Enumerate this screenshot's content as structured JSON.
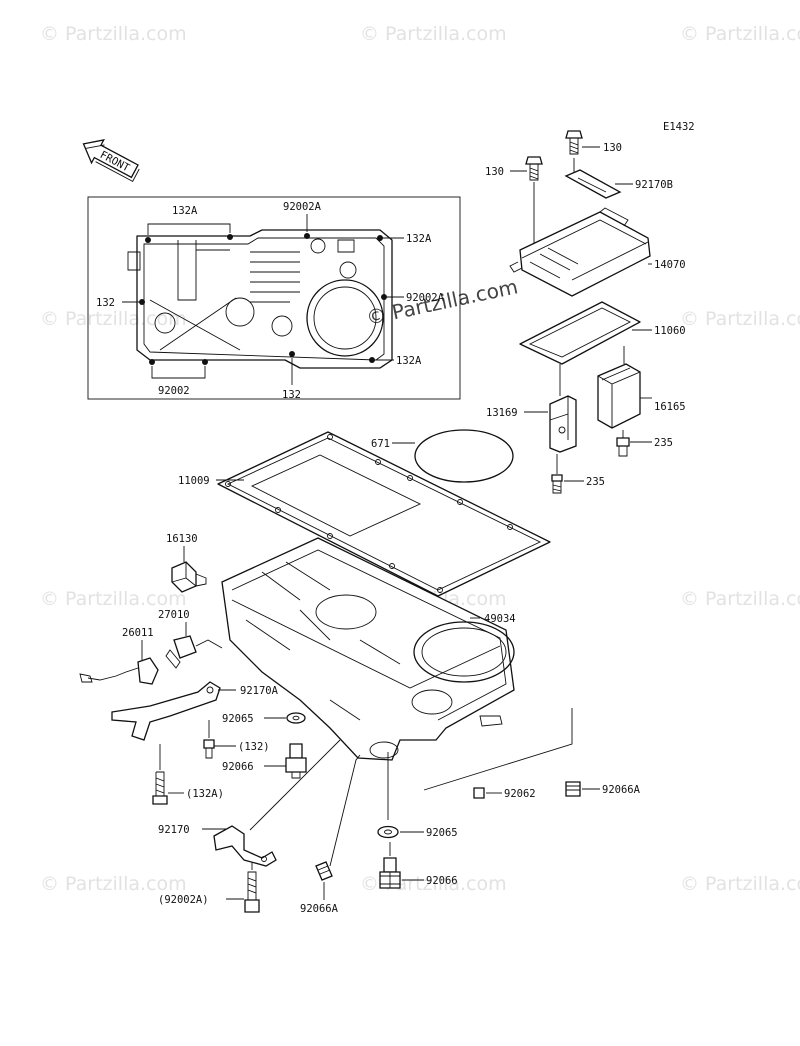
{
  "diagram_code": "E1432",
  "watermark_text": "© Partzilla.com",
  "front_label": "FRONT",
  "callouts": {
    "c132A_top": "132A",
    "c92002A_top": "92002A",
    "c132A_right1": "132A",
    "c132_left": "132",
    "c92002A_right": "92002A",
    "c132A_right2": "132A",
    "c92002_bottom": "92002",
    "c132_bottom": "132",
    "c130_left": "130",
    "c130_right": "130",
    "c92170B": "92170B",
    "c14070": "14070",
    "c11060": "11060",
    "c13169": "13169",
    "c16165": "16165",
    "c235_right": "235",
    "c235_mid": "235",
    "c671": "671",
    "c11009": "11009",
    "c16130": "16130",
    "c49034": "49034",
    "c27010": "27010",
    "c26011": "26011",
    "c92170A": "92170A",
    "c92065_left": "92065",
    "c132_paren": "(132)",
    "c92066_left": "92066",
    "c132A_paren": "(132A)",
    "c92062": "92062",
    "c92066A_right": "92066A",
    "c92170": "92170",
    "c92065_bottom": "92065",
    "c92066_bottom": "92066",
    "c92002A_paren": "(92002A)",
    "c92066A_bottom": "92066A"
  }
}
